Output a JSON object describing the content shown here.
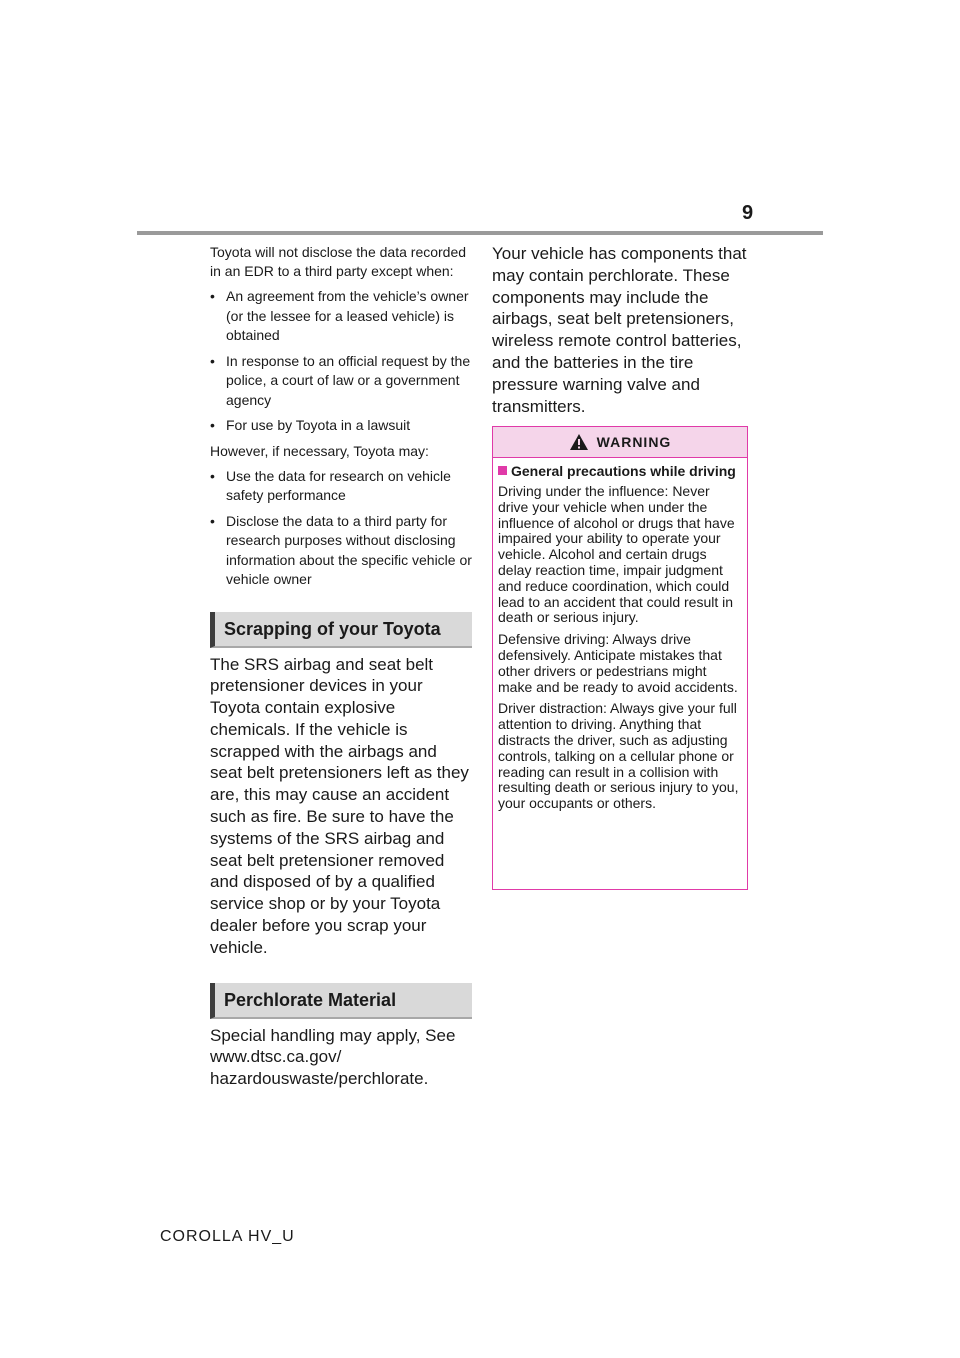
{
  "header": {
    "page_number": "9"
  },
  "left_column": {
    "intro": "Toyota will not disclose the data recorded in an EDR to a third party except when:",
    "bullets_a": [
      "An agreement from the vehicle’s owner (or the lessee for a leased vehicle) is obtained",
      "In response to an official request by the police, a court of law or a government agency",
      "For use by Toyota in a lawsuit"
    ],
    "however": "However, if necessary, Toyota may:",
    "bullets_b": [
      "Use the data for research on vehicle safety performance",
      "Disclose the data to a third party for research purposes without disclosing information about the specific vehicle or vehicle owner"
    ],
    "bullet_glyph": "•",
    "scrapping_heading": "Scrapping of your Toyota",
    "scrapping_text": "The SRS airbag and seat belt pretensioner devices in your Toyota contain explosive chemicals. If the vehicle is scrapped with the airbags and seat belt pretensioners left as they are, this may cause an accident such as fire. Be sure to have the systems of the SRS airbag and seat belt pretensioner removed and disposed of by a qualified service shop or by your Toyota dealer before you scrap your vehicle.",
    "perchlorate_heading": "Perchlorate Material",
    "perchlorate_text": "Special handling may apply, See www.dtsc.ca.gov/ hazardouswaste/perchlorate."
  },
  "right_column": {
    "perchlorate_components": "Your vehicle has components that may contain perchlorate. These components may include the airbags, seat belt pretensioners, wireless remote control batteries, and the batteries in the tire pressure warning valve and transmitters."
  },
  "warning": {
    "title": "WARNING",
    "icon": "warning-triangle-icon",
    "subheading": "General precautions while driving",
    "paragraphs": [
      "Driving under the influence: Never drive your vehicle when under the influence of alcohol or drugs that have impaired your ability to operate your vehicle. Alcohol and certain drugs delay reaction time, impair judgment and reduce coordination, which could lead to an accident that could result in death or serious injury.",
      "Defensive driving: Always drive defensively. Anticipate mistakes that other drivers or pedestrians might make and be ready to avoid accidents.",
      "Driver distraction: Always give your full attention to driving. Anything that distracts the driver, such as adjusting controls, talking on a cellular phone or reading can result in a collision with resulting death or serious injury to you, your occupants or others."
    ]
  },
  "footer": {
    "model": "COROLLA HV_U"
  },
  "colors": {
    "warning_accent": "#e03aa8",
    "warning_header_bg": "#f5d5ea",
    "heading_bg": "#d9d9d9"
  }
}
